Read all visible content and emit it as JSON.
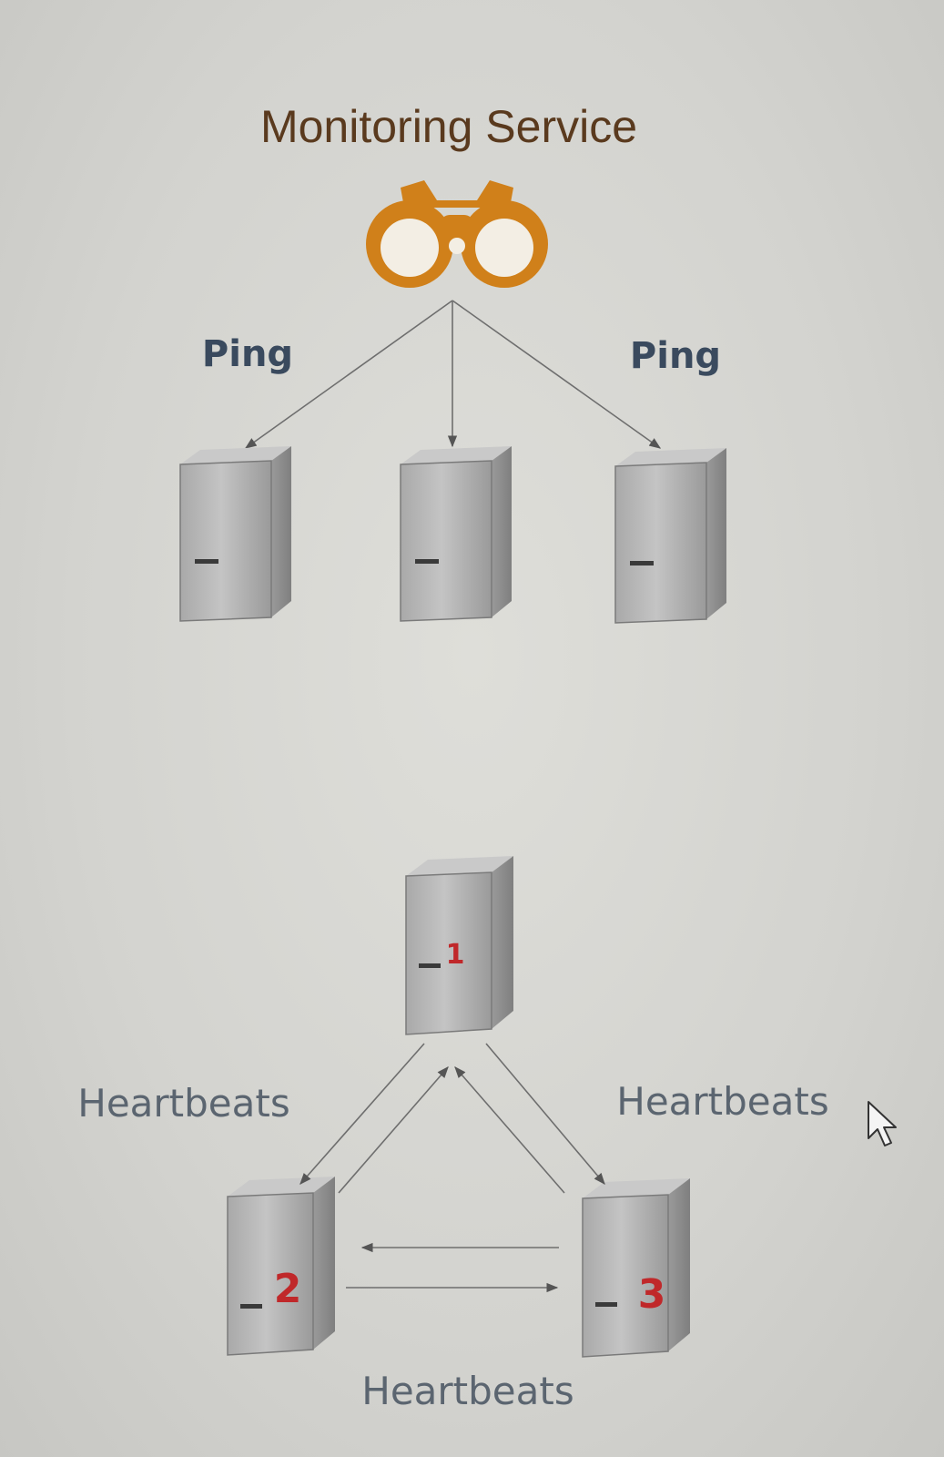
{
  "monitoring_service": {
    "title": "Monitoring Service",
    "icon": "binoculars-icon",
    "icon_color": "#d0801a"
  },
  "ping_section": {
    "left_label": "Ping",
    "right_label": "Ping",
    "server_icon": "server-icon"
  },
  "heartbeat_section": {
    "left_label": "Heartbeats",
    "right_label": "Heartbeats",
    "bottom_label": "Heartbeats",
    "servers": [
      {
        "number": "1"
      },
      {
        "number": "2"
      },
      {
        "number": "3"
      }
    ],
    "number_color": "#c0282a"
  },
  "cursor": {
    "icon": "mouse-pointer-icon"
  }
}
